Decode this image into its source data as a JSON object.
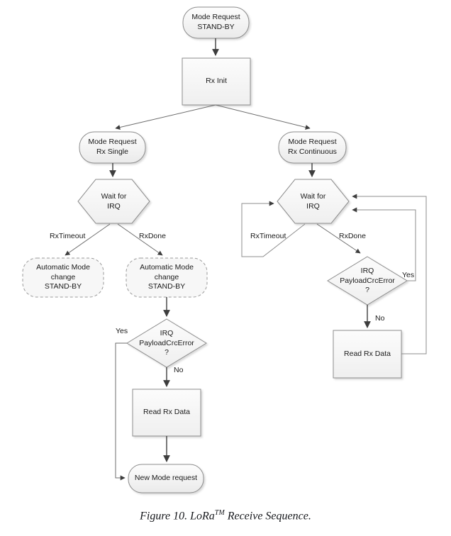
{
  "figure": {
    "caption_prefix": "Figure 10. LoRa",
    "caption_sup": "TM",
    "caption_suffix": " Receive Sequence."
  },
  "colors": {
    "node_fill_top": "#fdfdfd",
    "node_fill_bottom": "#ececec",
    "node_stroke": "#8d8d8d",
    "edge_stroke": "#4a4a4a",
    "loop_stroke": "#8d8d8d",
    "text": "#1a1a1a",
    "background": "#ffffff"
  },
  "nodes": {
    "mode_request_standby": {
      "label": "Mode Request\nSTAND-BY",
      "shape": "rounded-terminator"
    },
    "rx_init": {
      "label": "Rx Init",
      "shape": "rectangle"
    },
    "mode_request_rx_single": {
      "label": "Mode Request\nRx Single",
      "shape": "rounded-terminator"
    },
    "mode_request_rx_continuous": {
      "label": "Mode Request\nRx Continuous",
      "shape": "rounded-terminator"
    },
    "wait_for_irq_single": {
      "label": "Wait for\nIRQ",
      "shape": "hexagon"
    },
    "wait_for_irq_continuous": {
      "label": "Wait for\nIRQ",
      "shape": "hexagon"
    },
    "auto_mode_change_left": {
      "label": "Automatic Mode\nchange\nSTAND-BY",
      "shape": "dashed-rounded"
    },
    "auto_mode_change_right": {
      "label": "Automatic Mode\nchange\nSTAND-BY",
      "shape": "dashed-rounded"
    },
    "irq_crc_error_single": {
      "label": "IRQ\nPayloadCrcError\n?",
      "shape": "diamond"
    },
    "irq_crc_error_continuous": {
      "label": "IRQ\nPayloadCrcError\n?",
      "shape": "diamond"
    },
    "read_rx_data_single": {
      "label": "Read Rx Data",
      "shape": "rectangle"
    },
    "read_rx_data_continuous": {
      "label": "Read Rx Data",
      "shape": "rectangle"
    },
    "new_mode_request": {
      "label": "New Mode request",
      "shape": "rounded-terminator"
    }
  },
  "edge_labels": {
    "rx_timeout_single": "RxTimeout",
    "rx_done_single": "RxDone",
    "rx_timeout_continuous": "RxTimeout",
    "rx_done_continuous": "RxDone",
    "yes_single": "Yes",
    "no_single": "No",
    "yes_continuous": "Yes",
    "no_continuous": "No"
  }
}
